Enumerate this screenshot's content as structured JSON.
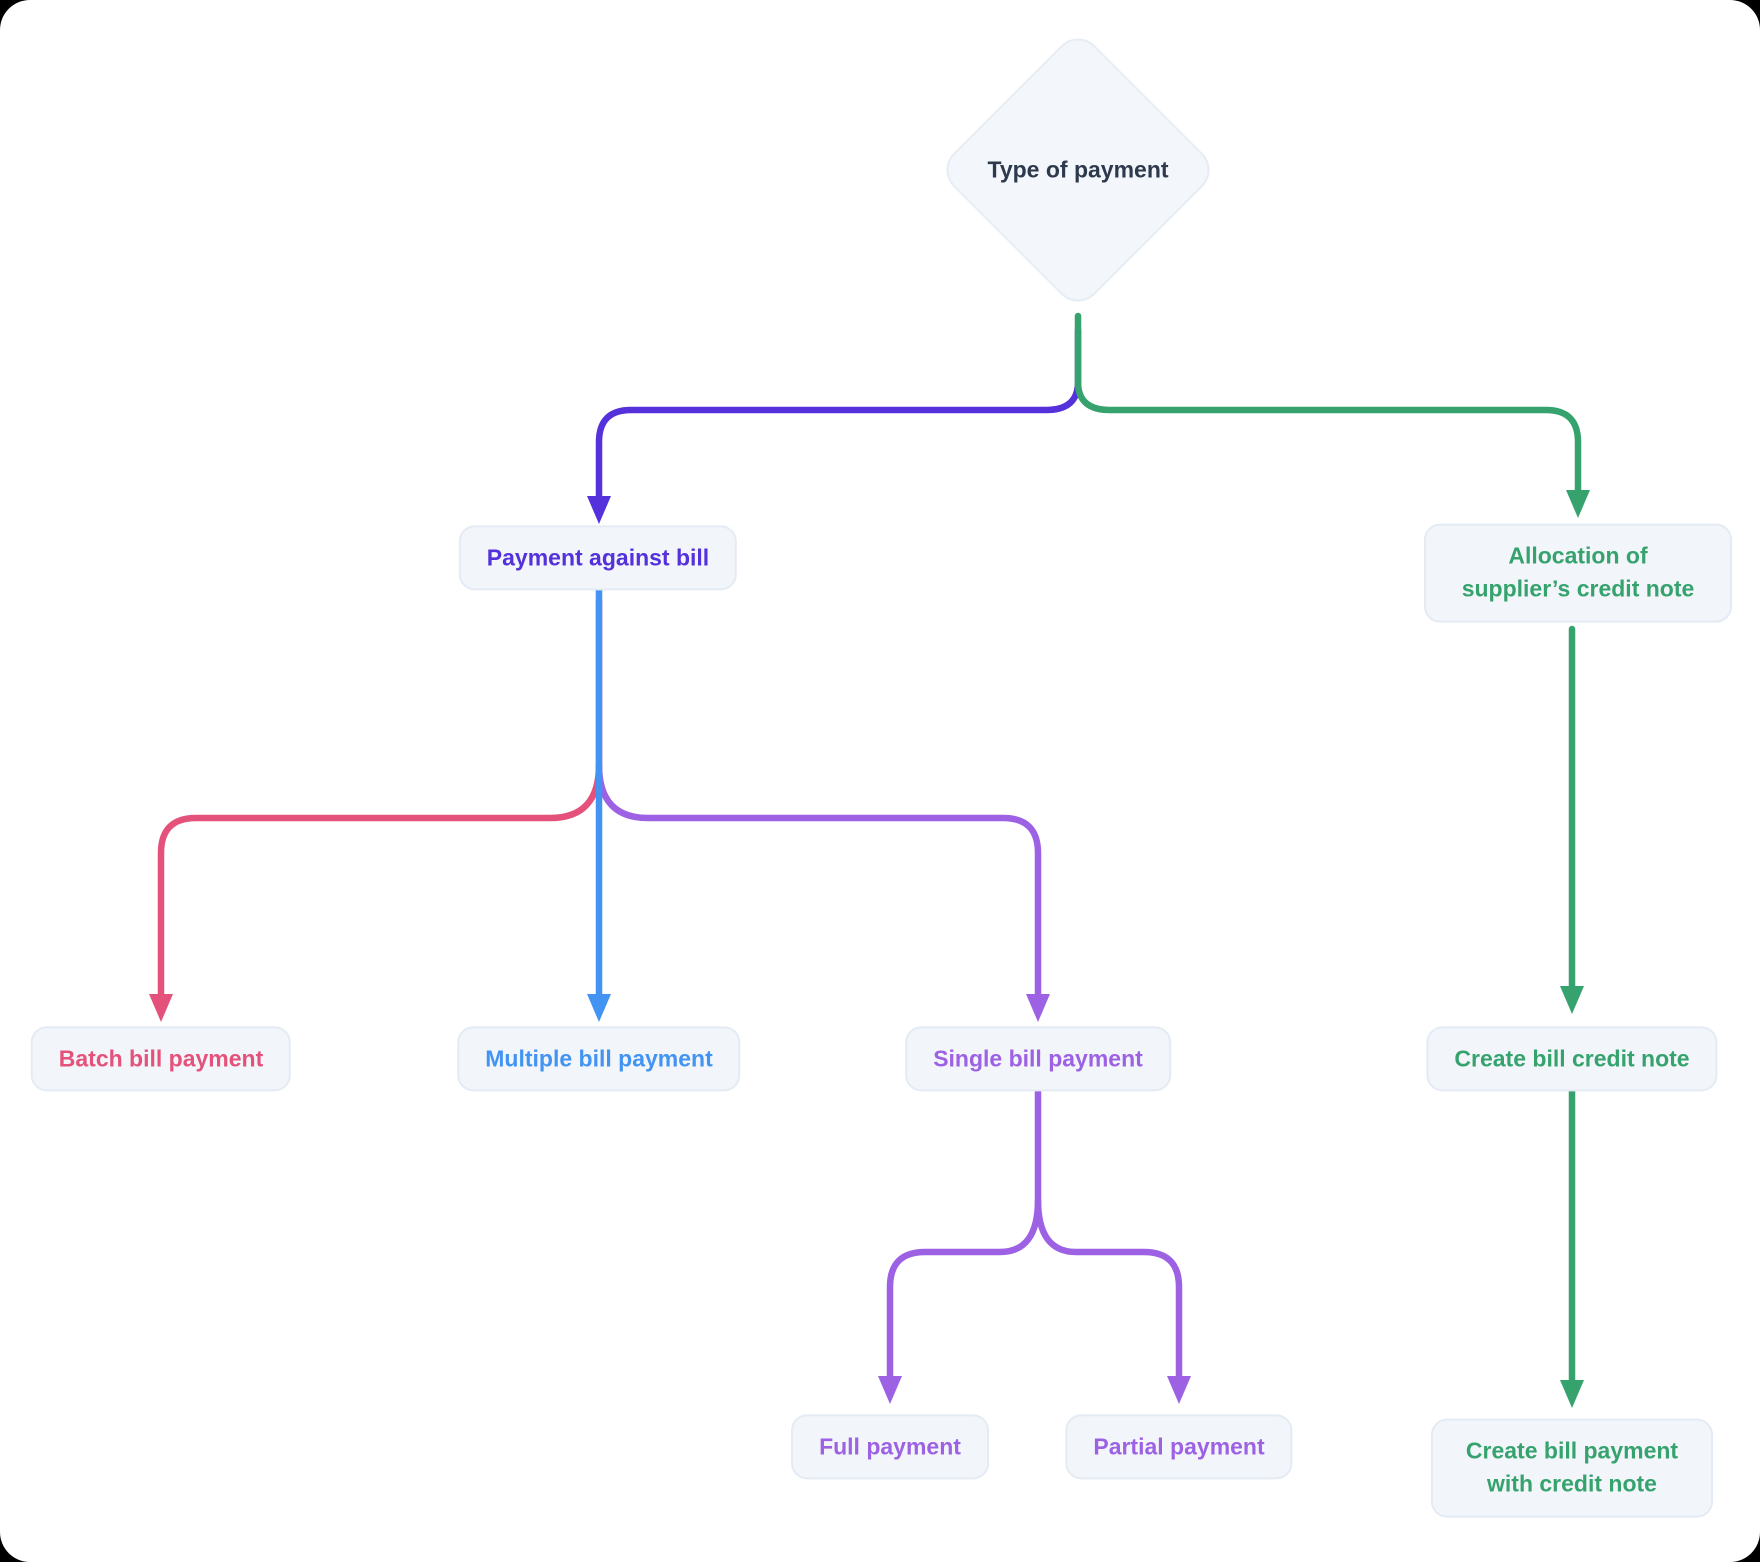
{
  "diagram": {
    "title_node": {
      "label": "Type of payment"
    },
    "colors": {
      "green": "#36A36E",
      "indigo": "#5431DA",
      "blue": "#4394F2",
      "pink": "#E4527B",
      "purple": "#9D61E4",
      "dark": "#2D3A4E",
      "node_bg": "#F2F6FA",
      "node_border": "#E4EBF4"
    },
    "nodes": {
      "payment_against_bill": {
        "label": "Payment against bill"
      },
      "allocation_of_suppliers_credit_note": {
        "label": "Allocation of supplier’s credit note"
      },
      "batch_bill_payment": {
        "label": "Batch bill payment"
      },
      "multiple_bill_payment": {
        "label": "Multiple bill payment"
      },
      "single_bill_payment": {
        "label": "Single bill payment"
      },
      "create_bill_credit_note": {
        "label": "Create bill credit note"
      },
      "full_payment": {
        "label": "Full payment"
      },
      "partial_payment": {
        "label": "Partial payment"
      },
      "create_bill_payment_with_credit_note": {
        "label": "Create bill payment with credit note"
      }
    },
    "edges": [
      {
        "from": "type_of_payment",
        "to": "payment_against_bill",
        "color": "indigo"
      },
      {
        "from": "type_of_payment",
        "to": "allocation_of_suppliers_credit_note",
        "color": "green"
      },
      {
        "from": "payment_against_bill",
        "to": "batch_bill_payment",
        "color": "pink"
      },
      {
        "from": "payment_against_bill",
        "to": "multiple_bill_payment",
        "color": "blue"
      },
      {
        "from": "payment_against_bill",
        "to": "single_bill_payment",
        "color": "purple"
      },
      {
        "from": "single_bill_payment",
        "to": "full_payment",
        "color": "purple"
      },
      {
        "from": "single_bill_payment",
        "to": "partial_payment",
        "color": "purple"
      },
      {
        "from": "allocation_of_suppliers_credit_note",
        "to": "create_bill_credit_note",
        "color": "green"
      },
      {
        "from": "create_bill_credit_note",
        "to": "create_bill_payment_with_credit_note",
        "color": "green"
      }
    ]
  }
}
